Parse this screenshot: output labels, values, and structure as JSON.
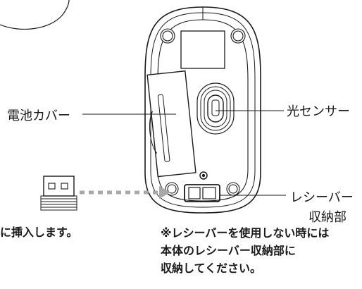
{
  "labels": {
    "battery_cover": "電池カバー",
    "optical_sensor": "光センサー",
    "receiver_line1": "レシーバー",
    "receiver_line2": "収納部"
  },
  "notes": {
    "left_fragment": "に挿入します。",
    "right_lines": [
      "※レシーバーを使用しない時には",
      "本体のレシーバー収納部に",
      "収納してください。"
    ]
  },
  "colors": {
    "outline": "#1a1a1a",
    "dotted_arrow": "#a8a8a8",
    "background": "#ffffff"
  }
}
